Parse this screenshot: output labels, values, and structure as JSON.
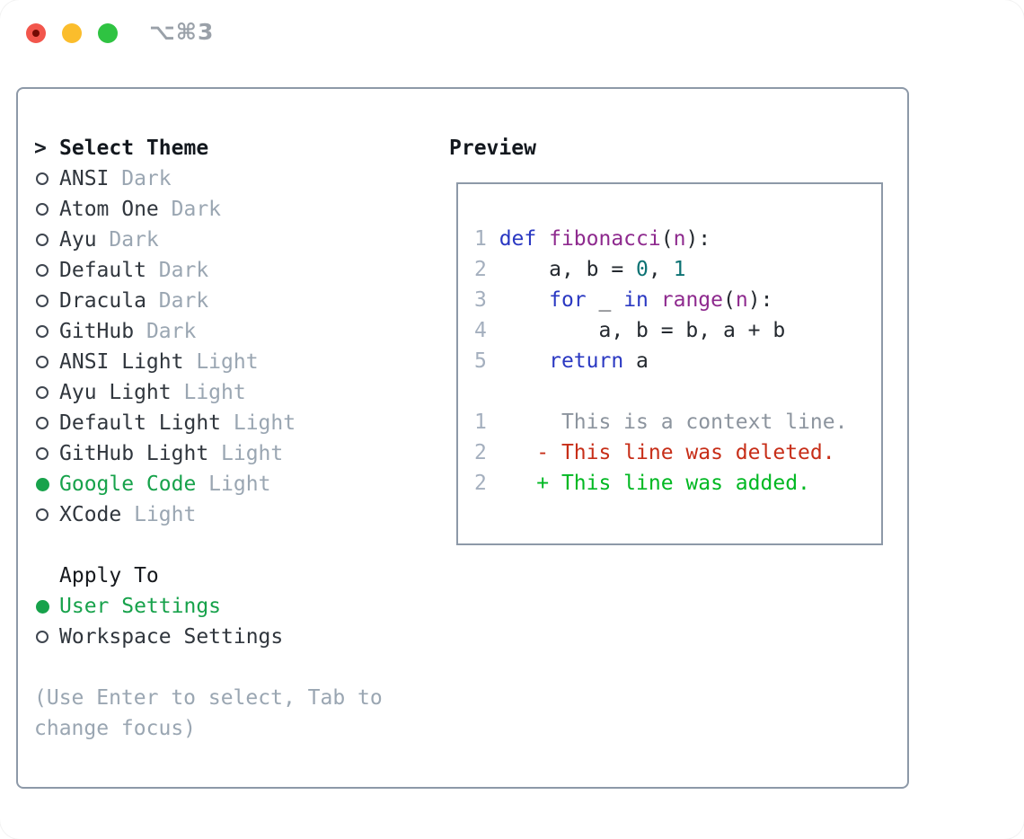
{
  "window": {
    "shortcut_label": "⌥⌘3",
    "traffic_lights": [
      "close-button",
      "minimize-button",
      "zoom-button"
    ]
  },
  "colors": {
    "panel_border": "#8d99a8",
    "text_dark": "#30363d",
    "muted": "#9aa6b2",
    "selected_green": "#17a24b",
    "keyword_blue": "#2a38c2",
    "function_purple": "#8e2a8e",
    "literal_teal": "#0c7273",
    "diff_red": "#c72e18",
    "diff_green": "#00b822",
    "traffic_red": "#f2564c",
    "traffic_yellow": "#fbbd2c",
    "traffic_green": "#2fc342"
  },
  "theme_panel": {
    "title_prefix": ">",
    "title": "Select Theme",
    "items": [
      {
        "name": "ANSI",
        "tag": "Dark",
        "selected": false
      },
      {
        "name": "Atom One",
        "tag": "Dark",
        "selected": false
      },
      {
        "name": "Ayu",
        "tag": "Dark",
        "selected": false
      },
      {
        "name": "Default",
        "tag": "Dark",
        "selected": false
      },
      {
        "name": "Dracula",
        "tag": "Dark",
        "selected": false
      },
      {
        "name": "GitHub",
        "tag": "Dark",
        "selected": false
      },
      {
        "name": "ANSI Light",
        "tag": "Light",
        "selected": false
      },
      {
        "name": "Ayu Light",
        "tag": "Light",
        "selected": false
      },
      {
        "name": "Default Light",
        "tag": "Light",
        "selected": false
      },
      {
        "name": "GitHub Light",
        "tag": "Light",
        "selected": false
      },
      {
        "name": "Google Code",
        "tag": "Light",
        "selected": true
      },
      {
        "name": "XCode",
        "tag": "Light",
        "selected": false
      }
    ],
    "apply_to": {
      "title": "Apply To",
      "options": [
        {
          "name": "User Settings",
          "selected": true
        },
        {
          "name": "Workspace Settings",
          "selected": false
        }
      ]
    },
    "help_lines": [
      "(Use Enter to select, Tab to",
      "change focus)"
    ]
  },
  "preview": {
    "title": "Preview",
    "code_lines": [
      {
        "num": "1",
        "segments": [
          {
            "text": "def ",
            "style": "kw"
          },
          {
            "text": "fibonacci",
            "style": "fn"
          },
          {
            "text": "(",
            "style": "pln"
          },
          {
            "text": "n",
            "style": "fn"
          },
          {
            "text": "):",
            "style": "pln"
          }
        ]
      },
      {
        "num": "2",
        "segments": [
          {
            "text": "    a, b = ",
            "style": "pln"
          },
          {
            "text": "0",
            "style": "lit"
          },
          {
            "text": ", ",
            "style": "pln"
          },
          {
            "text": "1",
            "style": "lit"
          }
        ]
      },
      {
        "num": "3",
        "segments": [
          {
            "text": "    ",
            "style": "pln"
          },
          {
            "text": "for",
            "style": "kw"
          },
          {
            "text": " _ ",
            "style": "pln"
          },
          {
            "text": "in",
            "style": "kw"
          },
          {
            "text": " ",
            "style": "pln"
          },
          {
            "text": "range",
            "style": "fn"
          },
          {
            "text": "(",
            "style": "pln"
          },
          {
            "text": "n",
            "style": "fn"
          },
          {
            "text": "):",
            "style": "pln"
          }
        ]
      },
      {
        "num": "4",
        "segments": [
          {
            "text": "        a, b = b, a + b",
            "style": "pln"
          }
        ]
      },
      {
        "num": "5",
        "segments": [
          {
            "text": "    ",
            "style": "pln"
          },
          {
            "text": "return",
            "style": "kw"
          },
          {
            "text": " a",
            "style": "pln"
          }
        ]
      }
    ],
    "diff_lines": [
      {
        "num": "1",
        "segments": [
          {
            "text": "     This is a context line.",
            "style": "ctx"
          }
        ]
      },
      {
        "num": "2",
        "segments": [
          {
            "text": "   - This line was deleted.",
            "style": "del"
          }
        ]
      },
      {
        "num": "2",
        "segments": [
          {
            "text": "   + This line was added.",
            "style": "add"
          }
        ]
      }
    ]
  }
}
